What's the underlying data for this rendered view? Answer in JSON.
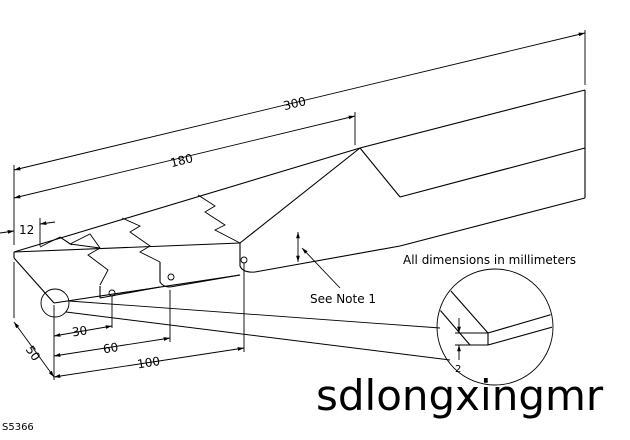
{
  "dimensions": {
    "d300": "300",
    "d180": "180",
    "d12": "12",
    "d50": "50",
    "d30": "30",
    "d60": "60",
    "d100": "100",
    "d2": "2"
  },
  "notes": {
    "units": "All dimensions in millimeters",
    "see_note": "See Note 1"
  },
  "figure_id": "S5366",
  "watermark": "sdlongxingmr"
}
